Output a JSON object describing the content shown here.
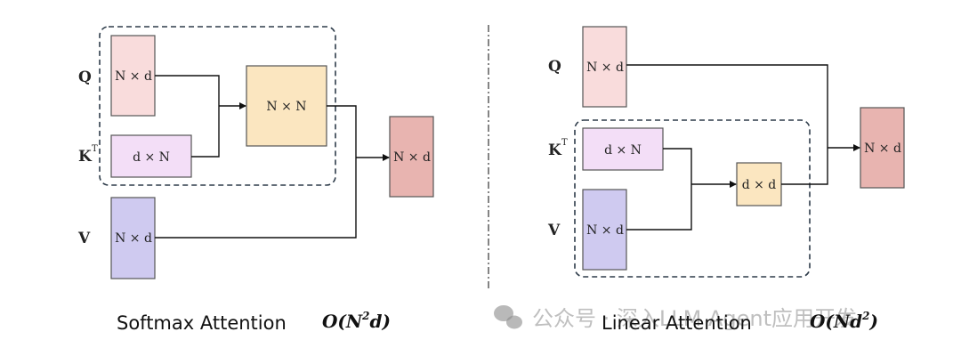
{
  "left": {
    "labels": {
      "q": "Q",
      "k": "K",
      "k_sup": "T",
      "v": "V"
    },
    "q_box": "N × d",
    "k_box": "d × N",
    "v_box": "N × d",
    "qk_box": "N × N",
    "out_box": "N × d",
    "caption": "Softmax Attention",
    "complexity": {
      "prefix": "O(N",
      "sup": "2",
      "suffix": "d)"
    }
  },
  "right": {
    "labels": {
      "q": "Q",
      "k": "K",
      "k_sup": "T",
      "v": "V"
    },
    "q_box": "N × d",
    "k_box": "d × N",
    "v_box": "N × d",
    "kv_box": "d × d",
    "out_box": "N × d",
    "caption": "Linear Attention",
    "complexity": {
      "prefix": "O(Nd",
      "sup": "2",
      "suffix": ")"
    }
  },
  "watermark": "公众号 · 深入LLM Agent应用开发",
  "colors": {
    "q_fill": "#f9dcdc",
    "k_fill": "#f3def7",
    "v_fill": "#cfcaf0",
    "mid_fill": "#fbe6c0",
    "out_fill": "#e8b4b0",
    "stroke": "#555555",
    "dash": "#2e3c4a"
  }
}
